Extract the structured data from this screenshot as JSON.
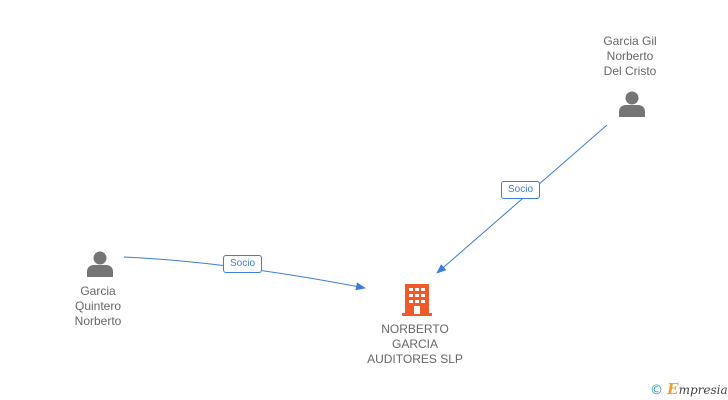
{
  "nodes": {
    "person_top": {
      "label": "Garcia Gil\nNorberto\nDel Cristo",
      "icon": "person-icon"
    },
    "person_left": {
      "label": "Garcia\nQuintero\nNorberto",
      "icon": "person-icon"
    },
    "company": {
      "label": "NORBERTO\nGARCIA\nAUDITORES SLP",
      "icon": "building-icon"
    }
  },
  "edges": [
    {
      "from": "person_left",
      "to": "company",
      "label": "Socio"
    },
    {
      "from": "person_top",
      "to": "company",
      "label": "Socio"
    }
  ],
  "watermark": {
    "symbol": "©",
    "brand_initial": "E",
    "brand_rest": "mpresia"
  },
  "colors": {
    "edge": "#3b7dd8",
    "person": "#757575",
    "company": "#f05a28",
    "text": "#666666"
  }
}
